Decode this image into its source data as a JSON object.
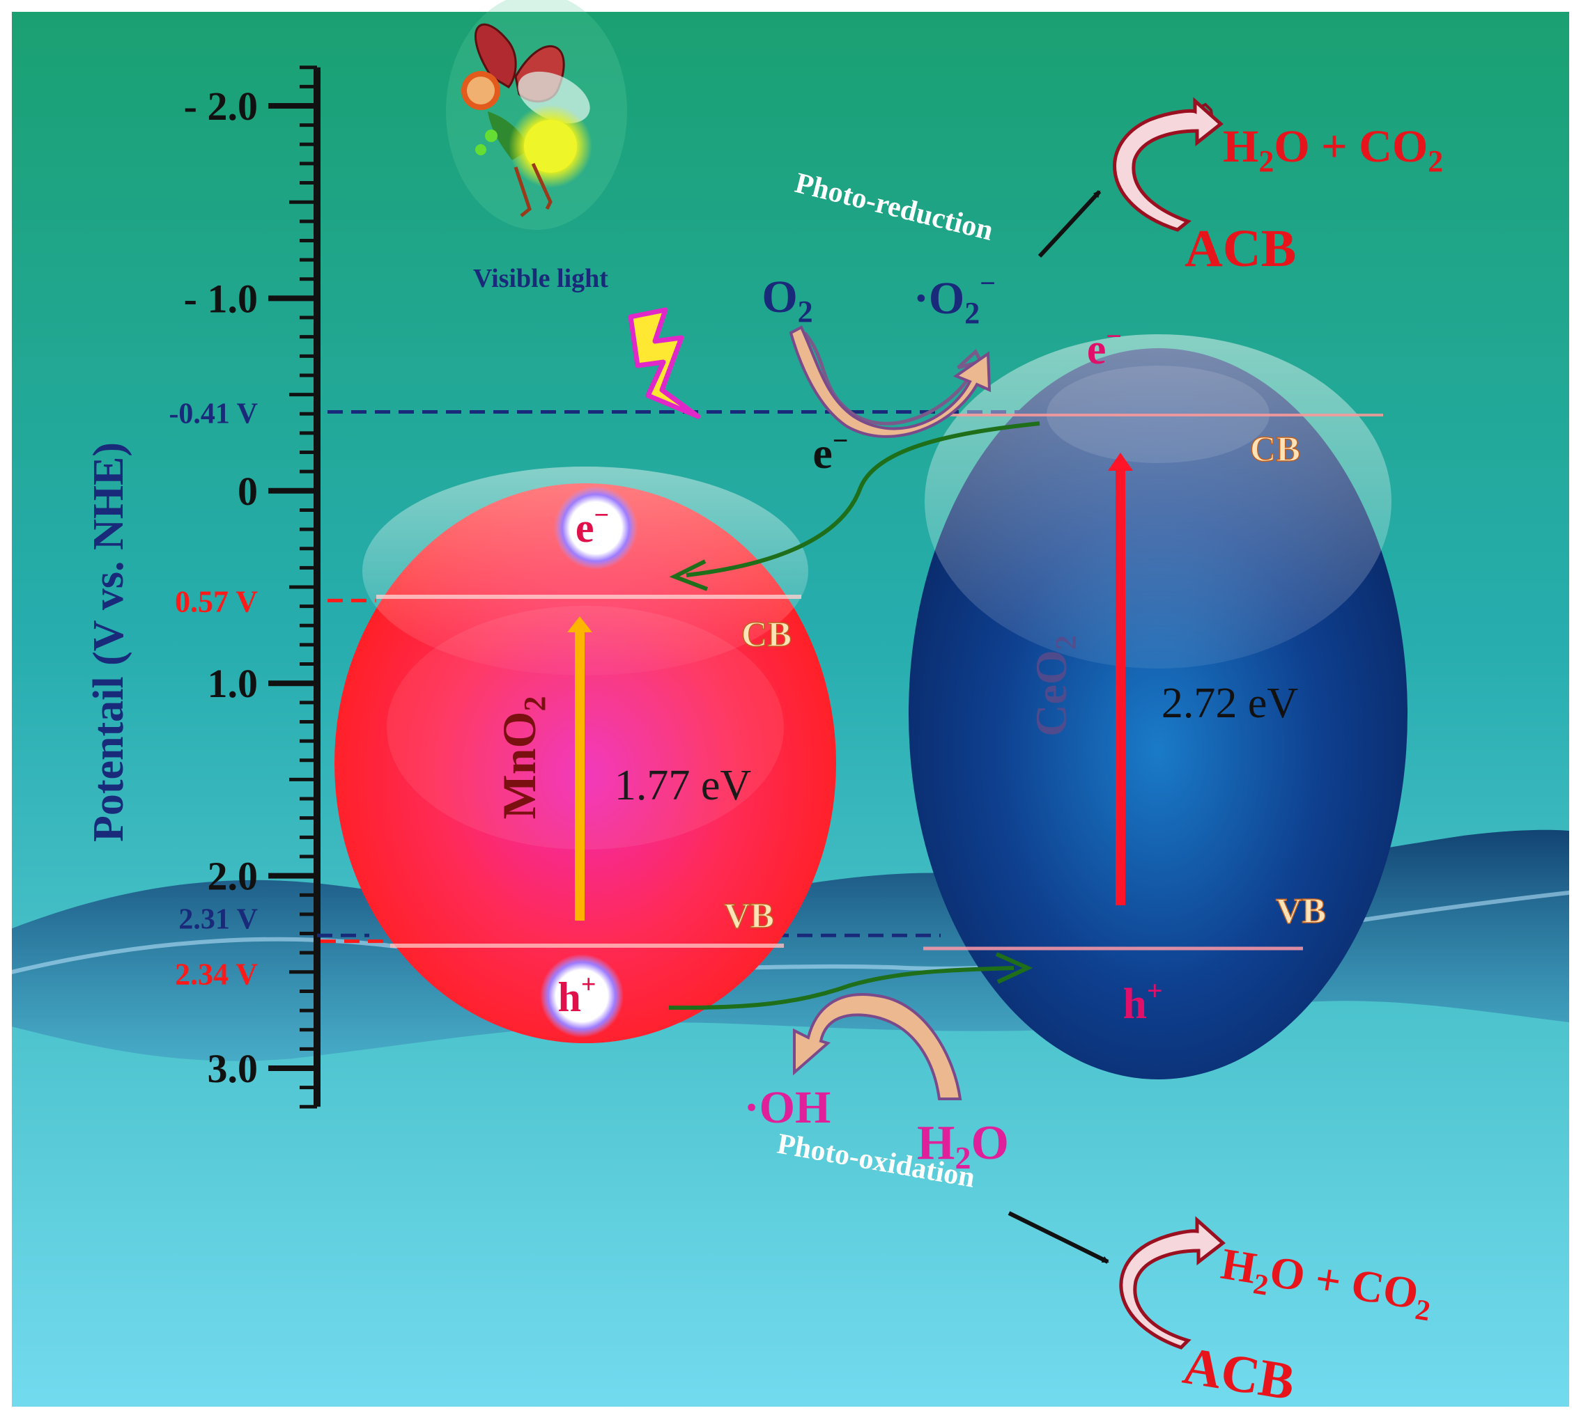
{
  "axis": {
    "title": "Potentail (V vs. NHE)",
    "ticks": [
      {
        "value": -2.0,
        "label": "- 2.0"
      },
      {
        "value": -1.0,
        "label": "- 1.0"
      },
      {
        "value": 0,
        "label": "0"
      },
      {
        "value": 1.0,
        "label": "1.0"
      },
      {
        "value": 2.0,
        "label": "2.0"
      },
      {
        "value": 3.0,
        "label": "3.0"
      }
    ],
    "range": [
      -2.2,
      3.2
    ]
  },
  "levels": [
    {
      "value": -0.41,
      "label": "-0.41 V",
      "color": "#1a2a7a"
    },
    {
      "value": 0.57,
      "label": "0.57 V",
      "color": "#ff1a1a"
    },
    {
      "value": 2.31,
      "label": "2.31 V",
      "color": "#1a2a7a"
    },
    {
      "value": 2.34,
      "label": "2.34 V",
      "color": "#ff1a1a"
    }
  ],
  "light": {
    "label": "Visible light"
  },
  "mno2": {
    "name": "MnO",
    "sub": "2",
    "gap": "1.77 eV",
    "cb": "CB",
    "vb": "VB",
    "electron": "e",
    "electron_sup": "−",
    "hole": "h",
    "hole_sup": "+",
    "color": "#ff1f2e"
  },
  "ceo2": {
    "name": "CeO",
    "sub": "2",
    "gap": "2.72 eV",
    "cb": "CB",
    "vb": "VB",
    "electron": "e",
    "electron_sup": "−",
    "hole": "h",
    "hole_sup": "+",
    "color": "#0d3a86"
  },
  "transfer_electron": {
    "main": "e",
    "sup": "−"
  },
  "reduction": {
    "label": "Photo-reduction",
    "reactant": {
      "main": "O",
      "sub": "2"
    },
    "product": {
      "pre": "·O",
      "sub": "2",
      "sup": "−"
    },
    "result_parts": [
      "H",
      "2",
      "O + CO",
      "2"
    ],
    "pollutant": "ACB"
  },
  "oxidation": {
    "label": "Photo-oxidation",
    "reactant_parts": [
      "H",
      "2",
      "O"
    ],
    "product": {
      "dot": "·",
      "main": "OH"
    },
    "result_parts": [
      "H",
      "2",
      "O + CO",
      "2"
    ],
    "pollutant": "ACB"
  },
  "colors": {
    "bg_top": "#1aa070",
    "bg_mid": "#2fb4b8",
    "bg_bottom": "#6ad6ec",
    "axis": "#111111",
    "result_red": "#e8141b",
    "oh_pink": "#e0209a",
    "navy_text": "#1a2a7a",
    "cb_vb_text": "#ffe3b8",
    "transfer_arrow": "#1f6e1a"
  }
}
